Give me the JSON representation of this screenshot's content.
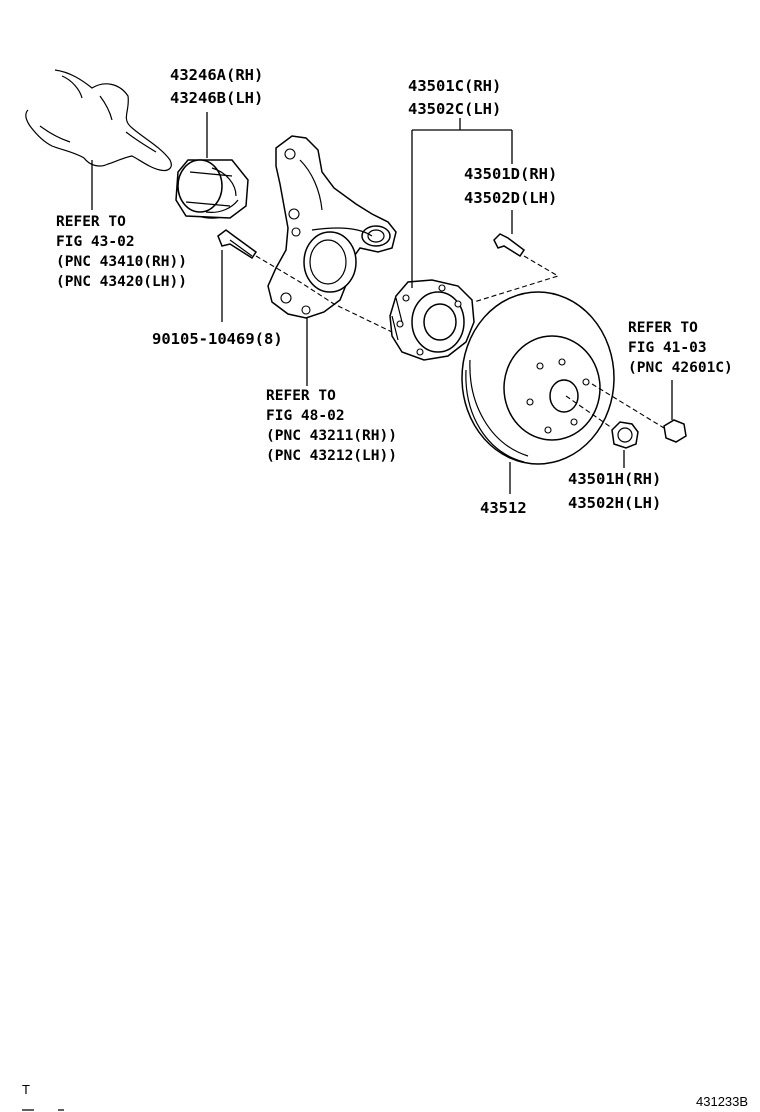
{
  "labels": {
    "seal_rh": "43246A(RH)",
    "seal_lh": "43246B(LH)",
    "hub_rh": "43501C(RH)",
    "hub_lh": "43502C(LH)",
    "hub_bolt_rh": "43501D(RH)",
    "hub_bolt_lh": "43502D(LH)",
    "refer_shaft_1": "REFER TO",
    "refer_shaft_2": "FIG 43-02",
    "refer_shaft_3": "(PNC 43410(RH))",
    "refer_shaft_4": "(PNC 43420(LH))",
    "knuckle_bolt": "90105-10469(8)",
    "refer_knuckle_1": "REFER TO",
    "refer_knuckle_2": "FIG 48-02",
    "refer_knuckle_3": "(PNC 43211(RH))",
    "refer_knuckle_4": "(PNC 43212(LH))",
    "refer_cover_1": "REFER TO",
    "refer_cover_2": "FIG 41-03",
    "refer_cover_3": "(PNC 42601C)",
    "disc": "43512",
    "nut_rh": "43501H(RH)",
    "nut_lh": "43502H(LH)",
    "corner_mark": "T",
    "figure_id": "431233B"
  }
}
